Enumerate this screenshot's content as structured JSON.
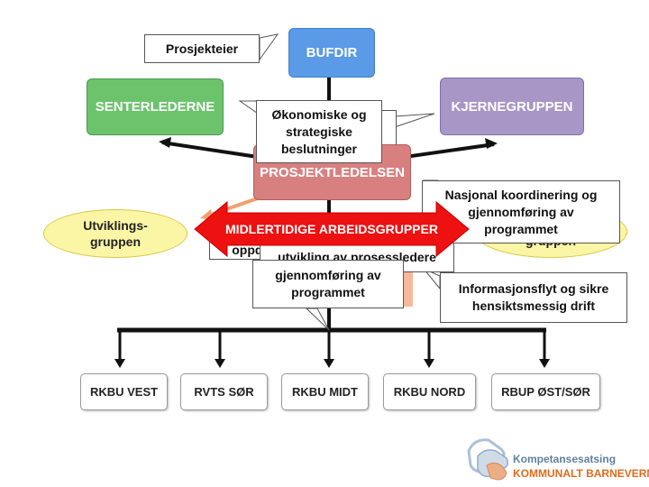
{
  "top": {
    "owner_label": "Prosjekteier",
    "bufdir": "BUFDIR"
  },
  "leaders": {
    "senter": "SENTERLEDERNE",
    "kjerne": "KJERNEGRUPPEN",
    "prosjekt": "PROSJEKTLEDELSEN"
  },
  "callouts": {
    "economic": "Økonomiske og strategiske beslutninger",
    "national": "Nasjonal koordinering og gjennomføring av programmet",
    "info": "Informasjonsflyt og sikre hensiktsmessig drift",
    "dev_partial": "utvikling av prosessledere",
    "impl": "gjennomføring av programmet",
    "services_partial": "oppdragsetere tjenester"
  },
  "groups": {
    "utvikling": "Utviklings-gruppen",
    "right_partial": "gruppen"
  },
  "arrow_label": "MIDLERTIDIGE ARBEIDSGRUPPER",
  "units": [
    "RKBU VEST",
    "RVTS SØR",
    "RKBU MIDT",
    "RKBU NORD",
    "RBUP ØST/SØR"
  ],
  "logo": {
    "line1": "Kompetansesatsing",
    "line2": "KOMMUNALT BARNEVERN"
  },
  "colors": {
    "bufdir": "#5a9ae6",
    "senter": "#6cc36c",
    "kjerne": "#a796c6",
    "prosjekt": "#d88080",
    "arrow": "#ee1111",
    "logo_orange": "#e06b1d"
  }
}
